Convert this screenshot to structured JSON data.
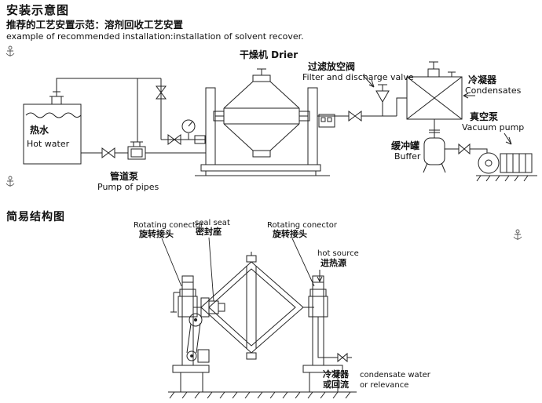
{
  "page": {
    "title_cn": "安装示意图",
    "subtitle_cn": "推荐的工艺安置示范：溶剂回收工艺安置",
    "subtitle_en": "example of recommended installation:installation of solvent recover."
  },
  "installation_diagram": {
    "drier_label": "干燥机 Drier",
    "filter_valve": {
      "cn": "过滤放空阀",
      "en": "Filter and discharge valve"
    },
    "condenser": {
      "cn": "冷凝器",
      "en": "Condensates"
    },
    "vacuum_pump": {
      "cn": "真空泵",
      "en": "Vacuum pump"
    },
    "buffer": {
      "cn": "缓冲罐",
      "en": "Buffer"
    },
    "hot_water": {
      "cn": "热水",
      "en": "Hot water"
    },
    "pipe_pump": {
      "cn": "管道泵",
      "en": "Pump of pipes"
    }
  },
  "structure_diagram": {
    "title_cn": "简易结构图",
    "rotating_connector_left": {
      "en": "Rotating conector",
      "cn": "旋转接头"
    },
    "seal_seat": {
      "en": "seal seat",
      "cn": "密封座"
    },
    "rotating_connector_right": {
      "en": "Rotating conector",
      "cn": "旋转接头"
    },
    "hot_source": {
      "en": "hot source",
      "cn": "进热源"
    },
    "condensate": {
      "cn_line1": "冷凝器",
      "cn_line2": "或回流",
      "en_line1": "condensate water",
      "en_line2": "or relevance"
    }
  }
}
